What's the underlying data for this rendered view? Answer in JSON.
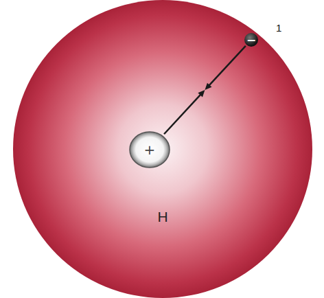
{
  "diagram": {
    "nodes": [
      {
        "text": [
          "H"
        ]
      },
      {
        "text": [
          "+"
        ],
        "in": 0
      },
      {
        "text": [
          "−"
        ],
        "in": 0
      }
    ],
    "edges": [
      {
        "from": 2,
        "to": 1,
        "arrow": "none"
      }
    ],
    "labels": [
      "1"
    ]
  }
}
